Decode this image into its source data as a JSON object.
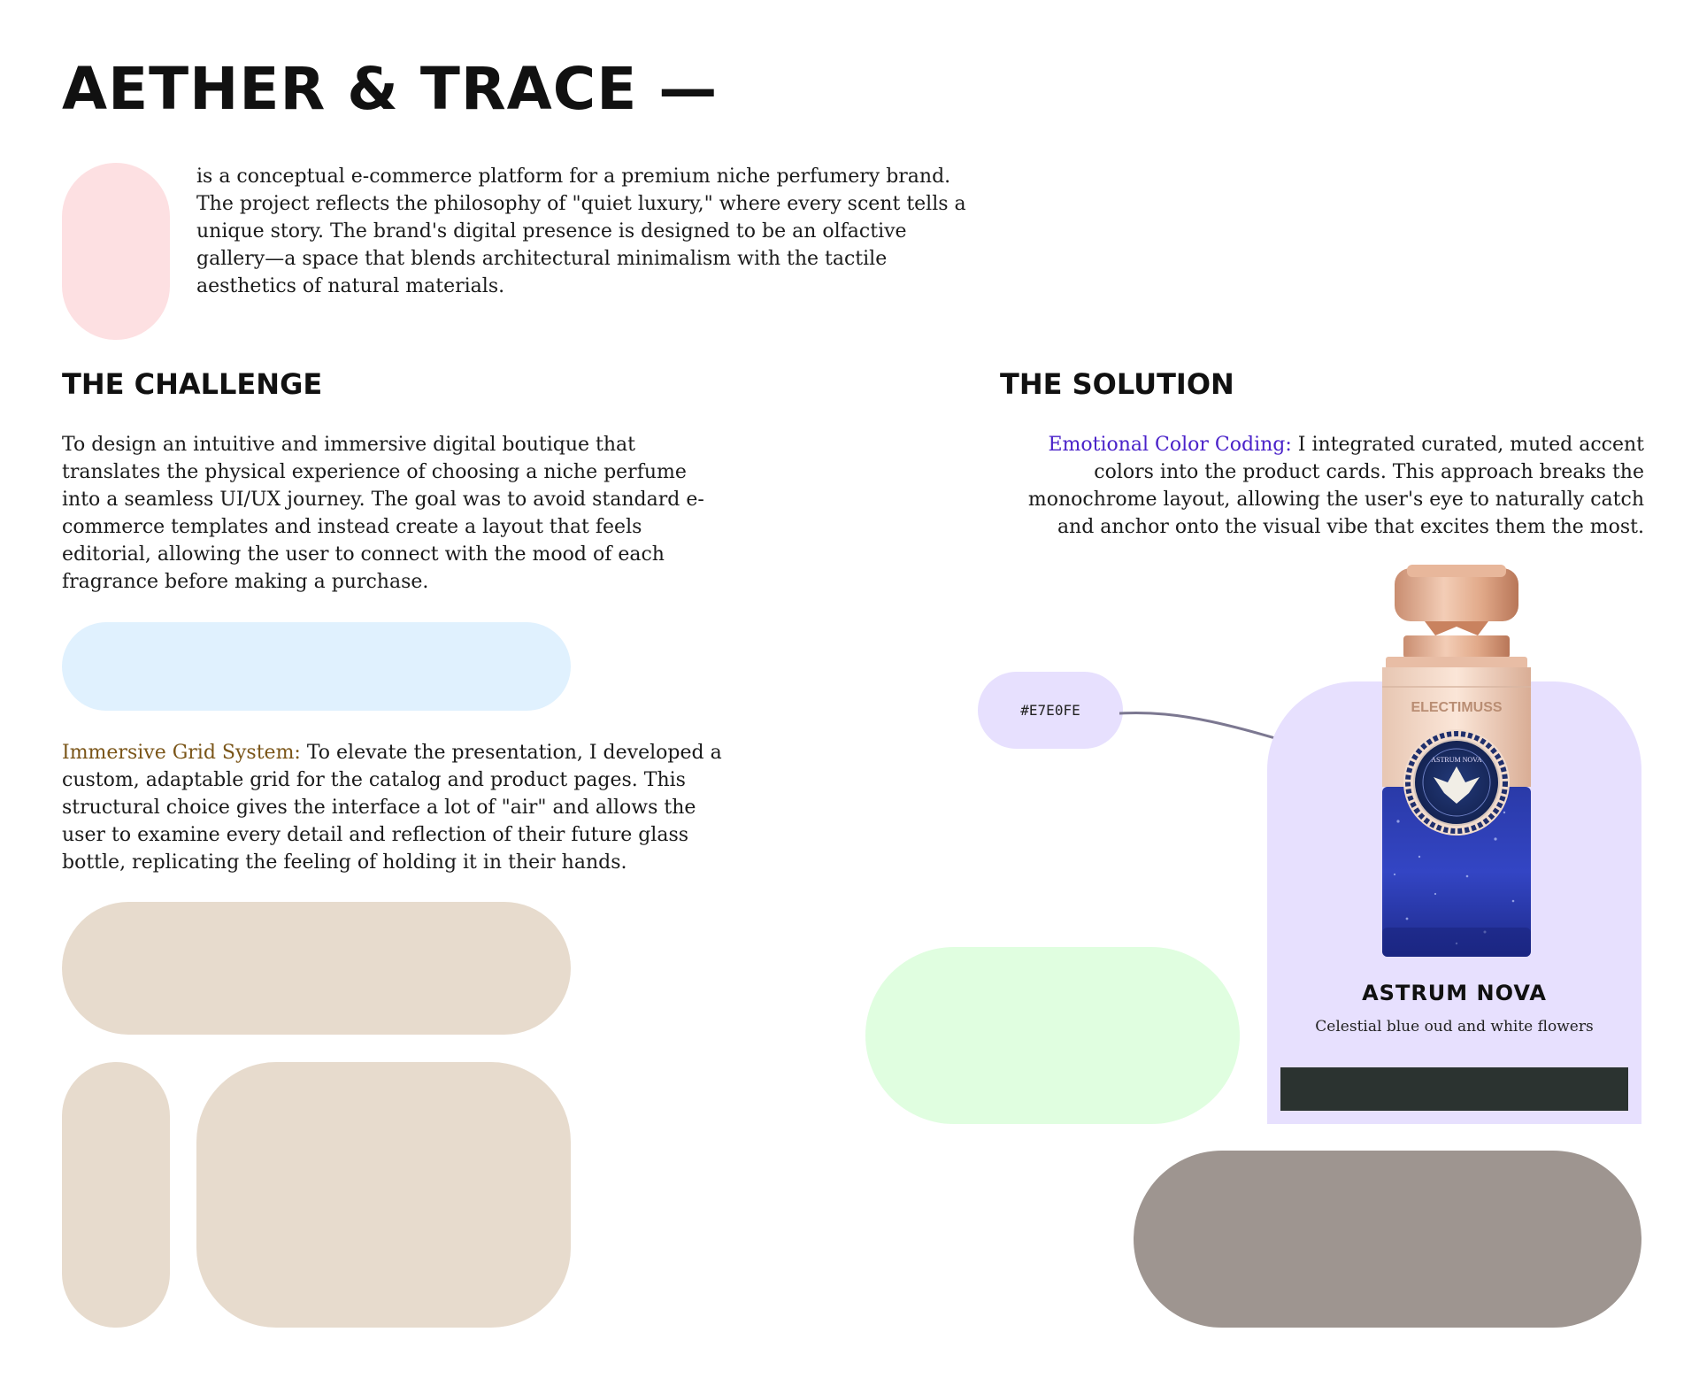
{
  "header": {
    "title": "AETHER & TRACE —"
  },
  "intro": {
    "text": "is a conceptual e-commerce platform for a premium niche perfumery brand. The project reflects the philosophy of \"quiet luxury,\" where every scent tells a unique story. The brand's digital presence is designed to be an olfactive gallery—a space that blends architectural minimalism with the tactile aesthetics of natural materials."
  },
  "challenge": {
    "heading": "THE CHALLENGE",
    "text": "To design an intuitive and immersive digital boutique that translates the physical experience of choosing a niche perfume into a seamless UI/UX journey. The goal was to avoid standard e-commerce templates and instead create a layout that feels editorial, allowing the user to connect with the mood of each fragrance before making a purchase.",
    "grid_label": "Immersive Grid System:",
    "grid_text": " To elevate the presentation, I developed a custom, adaptable grid for the catalog and product pages. This structural choice gives the interface a lot of \"air\" and allows the user to examine every detail and reflection of their future glass bottle, replicating the feeling of holding it in their hands."
  },
  "solution": {
    "heading": "THE SOLUTION",
    "label": "Emotional Color Coding:",
    "text": " I integrated curated, muted accent colors into the product cards. This approach breaks the monochrome layout, allowing the user's eye to naturally catch and anchor onto the visual vibe that excites them the most."
  },
  "swatch": {
    "hex": "#E7E0FE"
  },
  "product": {
    "brand": "ELECTIMUSS",
    "seal_text": "ASTRUM NOVA",
    "name": "ASTRUM NOVA",
    "description": "Celestial blue oud and white flowers"
  },
  "colors": {
    "pink": "#FDE0E2",
    "blue": "#E0F1FE",
    "beige": "#E7DBCD",
    "green": "#E0FEE0",
    "lavender": "#E7E0FE",
    "taupe": "#9E9590",
    "button": "#2B3330",
    "accent_gold": "#7A5518",
    "accent_purple": "#4A22C9"
  }
}
